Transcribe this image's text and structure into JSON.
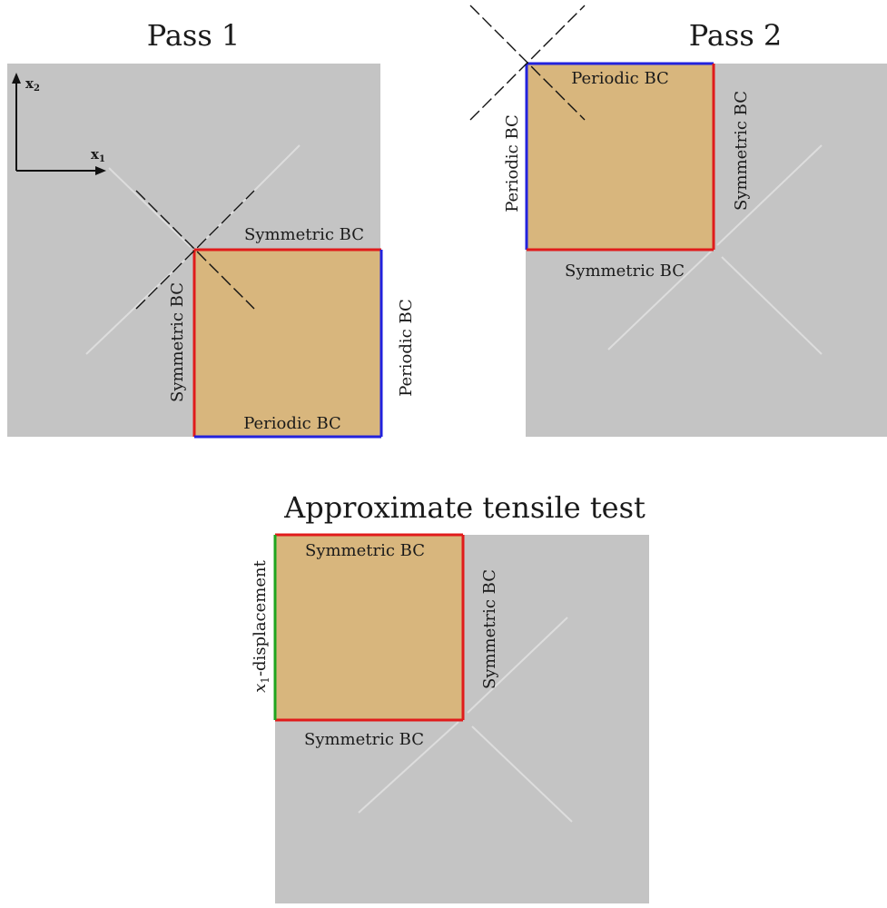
{
  "panels": {
    "pass1": {
      "title": "Pass 1",
      "top_label": "Symmetric BC",
      "left_label": "Symmetric BC",
      "bottom_label": "Periodic BC",
      "right_label": "Periodic BC",
      "axis_x_label": "x",
      "axis_x_sub": "1",
      "axis_y_label": "x",
      "axis_y_sub": "2"
    },
    "pass2": {
      "title": "Pass 2",
      "top_label": "Periodic BC",
      "left_label": "Periodic BC",
      "right_label": "Symmetric BC",
      "bottom_label": "Symmetric BC"
    },
    "tensile": {
      "title": "Approximate tensile test",
      "top_label": "Symmetric BC",
      "bottom_label": "Symmetric BC",
      "right_label": "Symmetric BC",
      "left_label_var": "x",
      "left_label_sub": "1",
      "left_label_rest": "-displacement"
    }
  },
  "colors": {
    "symmetric_bc": "#e01b1b",
    "periodic_bc": "#2222dd",
    "displacement_bc": "#1fa51f",
    "domain_fill": "#d8b67d",
    "background_field": "#c4c4c4"
  }
}
